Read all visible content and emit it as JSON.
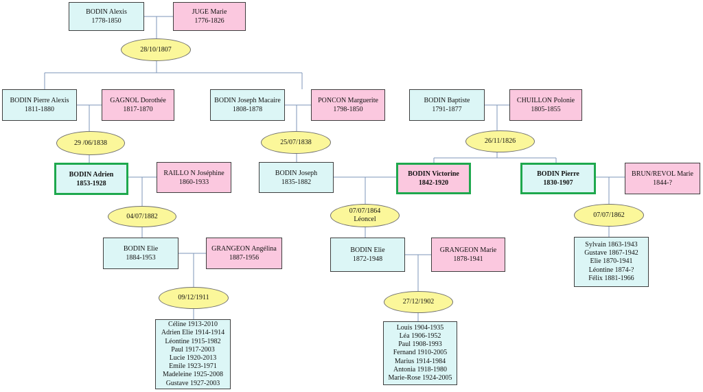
{
  "colors": {
    "male": "#dcf6f6",
    "female": "#fbc8df",
    "marriage": "#fbf79a",
    "highlight": "#1ea84d",
    "line": "#7c95b9"
  },
  "persons": {
    "alexis": {
      "name": "BODIN Alexis",
      "dates": "1778-1850"
    },
    "juge": {
      "name": "JUGE Marie",
      "dates": "1776-1826"
    },
    "pierre_alexis": {
      "name": "BODIN Pierre Alexis",
      "dates": "1811-1880"
    },
    "gagnol": {
      "name": "GAGNOL Dorothée",
      "dates": "1817-1870"
    },
    "joseph_macaire": {
      "name": "BODIN Joseph Macaire",
      "dates": "1808-1878"
    },
    "poncon": {
      "name": "PONCON Marguerite",
      "dates": "1798-1850"
    },
    "baptiste": {
      "name": "BODIN Baptiste",
      "dates": "1791-1877"
    },
    "chuillon": {
      "name": "CHUILLON Polonie",
      "dates": "1805-1855"
    },
    "adrien": {
      "name": "BODIN Adrien",
      "dates": "1853-1928"
    },
    "raillon": {
      "name": "RAILLO N Joséphine",
      "dates": "1860-1933"
    },
    "joseph": {
      "name": "BODIN Joseph",
      "dates": "1835-1882"
    },
    "victorine": {
      "name": "BODIN Victorine",
      "dates": "1842-1920"
    },
    "pierre": {
      "name": "BODIN Pierre",
      "dates": "1830-1907"
    },
    "brun": {
      "name": "BRUN/REVOL Marie",
      "dates": "1844-?"
    },
    "elie1": {
      "name": "BODIN Elie",
      "dates": "1884-1953"
    },
    "angelina": {
      "name": "GRANGEON Angélina",
      "dates": "1887-1956"
    },
    "elie2": {
      "name": "BODIN Elie",
      "dates": "1872-1948"
    },
    "marie_g": {
      "name": "GRANGEON Marie",
      "dates": "1878-1941"
    }
  },
  "marriages": {
    "m1807": {
      "date": "28/10/1807",
      "note": ""
    },
    "m1838a": {
      "date": "29 /06/1838",
      "note": ""
    },
    "m1838b": {
      "date": "25/07/1838",
      "note": ""
    },
    "m1826": {
      "date": "26/11/1826",
      "note": ""
    },
    "m1882": {
      "date": "04/07/1882",
      "note": ""
    },
    "m1864": {
      "date": "07/07/1864",
      "note": "Léoncel"
    },
    "m1862": {
      "date": "07/07/1862",
      "note": ""
    },
    "m1911": {
      "date": "09/12/1911",
      "note": ""
    },
    "m1902": {
      "date": "27/12/1902",
      "note": ""
    }
  },
  "children": {
    "elie1911": [
      "Céline 1913-2010",
      "Adrien Elie 1914-1914",
      "Léontine 1915-1982",
      "Paul 1917-2003",
      "Lucie 1920-2013",
      "Emile 1923-1971",
      "Madeleine 1925-2008",
      "Gustave 1927-2003"
    ],
    "elie1902": [
      "Louis 1904-1935",
      "Léa 1906-1952",
      "Paul 1908-1993",
      "Fernand 1910-2005",
      "Marius 1914-1984",
      "Antonia 1918-1980",
      "Marie-Rose 1924-2005"
    ],
    "pierre1862": [
      "Sylvain 1863-1943",
      "Gustave 1867-1942",
      "Elie 1870-1941",
      "Léontine 1874-?",
      "Félix 1881-1966"
    ]
  }
}
